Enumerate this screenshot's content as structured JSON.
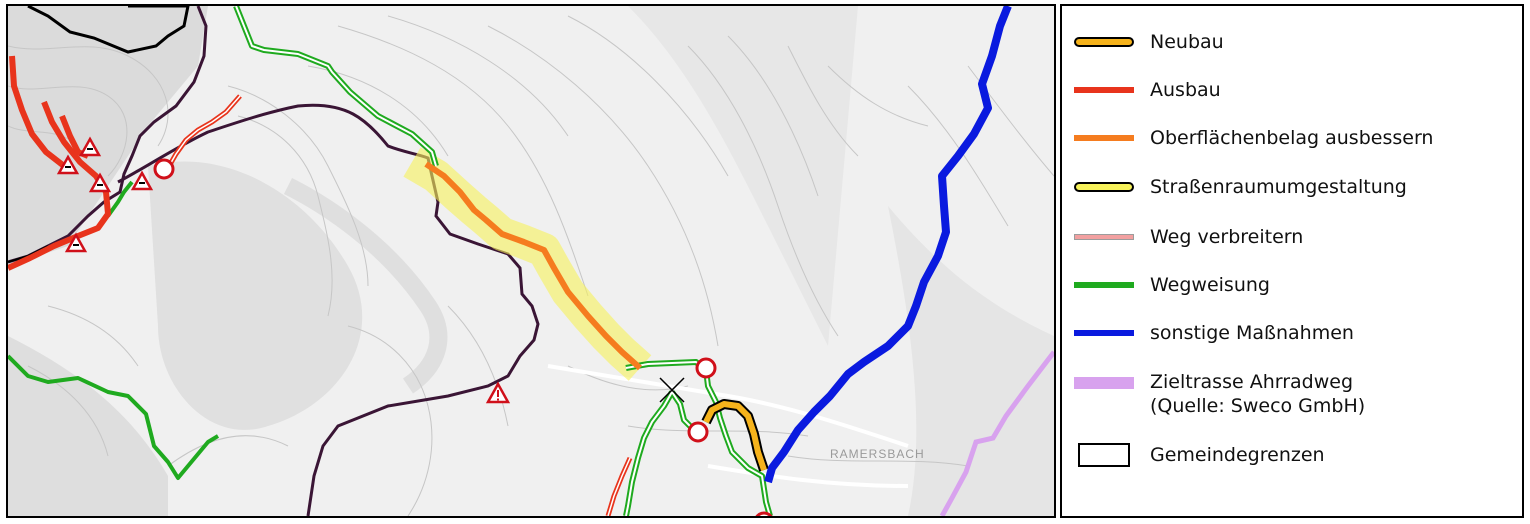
{
  "legend": {
    "items": [
      {
        "key": "neubau",
        "label": "Neubau",
        "color": "#f6b31c",
        "outline": "#000000",
        "style": "outlined"
      },
      {
        "key": "ausbau",
        "label": "Ausbau",
        "color": "#e8341c",
        "style": "line"
      },
      {
        "key": "oberflaeche",
        "label": "Oberflächenbelag ausbessern",
        "color": "#f57c1f",
        "style": "line"
      },
      {
        "key": "strassenraum",
        "label": "Straßenraumumgestaltung",
        "color": "#f7f25a",
        "outline": "#000000",
        "style": "outlined"
      },
      {
        "key": "verbreitern",
        "label": "Weg verbreitern",
        "color": "#f2a0a0",
        "outline": "#9c9c9c",
        "style": "thin"
      },
      {
        "key": "wegweisung",
        "label": "Wegweisung",
        "color": "#1faa1f",
        "style": "line"
      },
      {
        "key": "sonstige",
        "label": "sonstige Maßnahmen",
        "color": "#0a1adf",
        "style": "line"
      },
      {
        "key": "zieltrasse",
        "label": "Zieltrasse Ahrradweg\n(Quelle: Sweco GmbH)",
        "color": "#d8a2ee",
        "style": "band"
      },
      {
        "key": "gemeinde",
        "label": "Gemeindegrenzen",
        "color": "#000000",
        "style": "box"
      }
    ]
  },
  "map": {
    "boundary_color": "#3a1535",
    "warning_color": "#d0101a",
    "basemap_labels": [
      "RAMERSBACH"
    ]
  }
}
